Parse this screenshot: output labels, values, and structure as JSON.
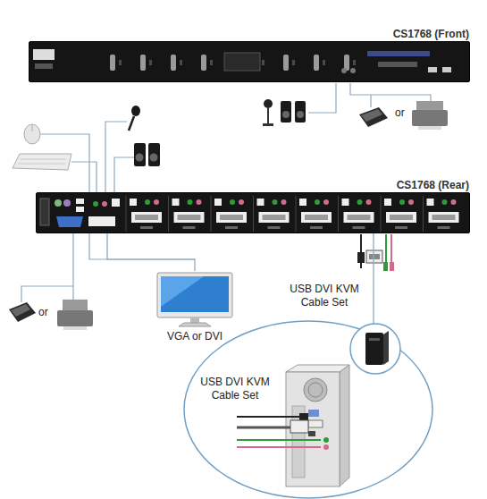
{
  "diagram": {
    "nodes": [
      {
        "text": [
          "CS1768 (Front)"
        ]
      },
      {
        "text": [
          "CS1768 (Rear)"
        ]
      },
      {
        "text": [
          "VGA or DVI"
        ]
      },
      {
        "text": [
          "USB DVI KVM Cable Set"
        ]
      }
    ],
    "edges": [
      {
        "from": 1,
        "to": 2,
        "arrow": "none"
      },
      {
        "from": 1,
        "to": 3,
        "arrow": "none"
      }
    ],
    "labels": [
      "or",
      "or",
      "USB DVI KVM Cable Set"
    ]
  }
}
